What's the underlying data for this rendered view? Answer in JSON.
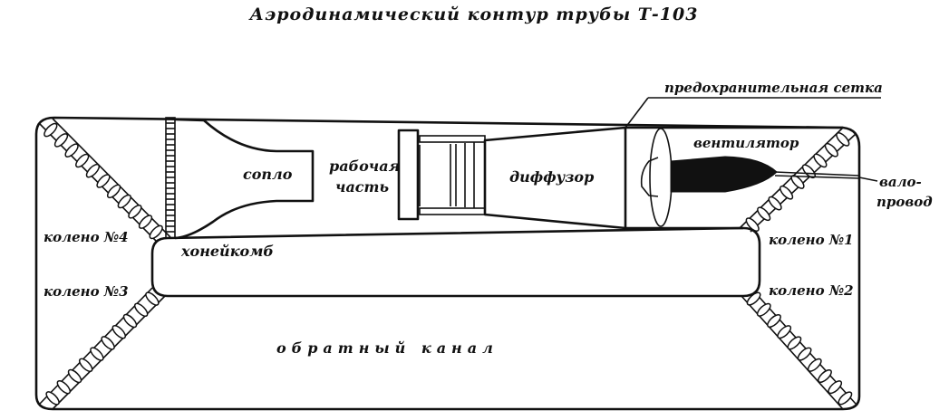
{
  "title": "Аэродинамический контур трубы Т-103",
  "labels": {
    "safety_grid": "предохранительная сетка",
    "fan": "вентилятор",
    "shaft_line1": "вало-",
    "shaft_line2": "провод",
    "nozzle": "сопло",
    "working_section_line1": "рабочая",
    "working_section_line2": "часть",
    "diffuser": "диффузор",
    "honeycomb": "хонейкомб",
    "elbow1": "колено №1",
    "elbow2": "колено №2",
    "elbow3": "колено №3",
    "elbow4": "колено №4",
    "return_channel": "обратный канал"
  }
}
